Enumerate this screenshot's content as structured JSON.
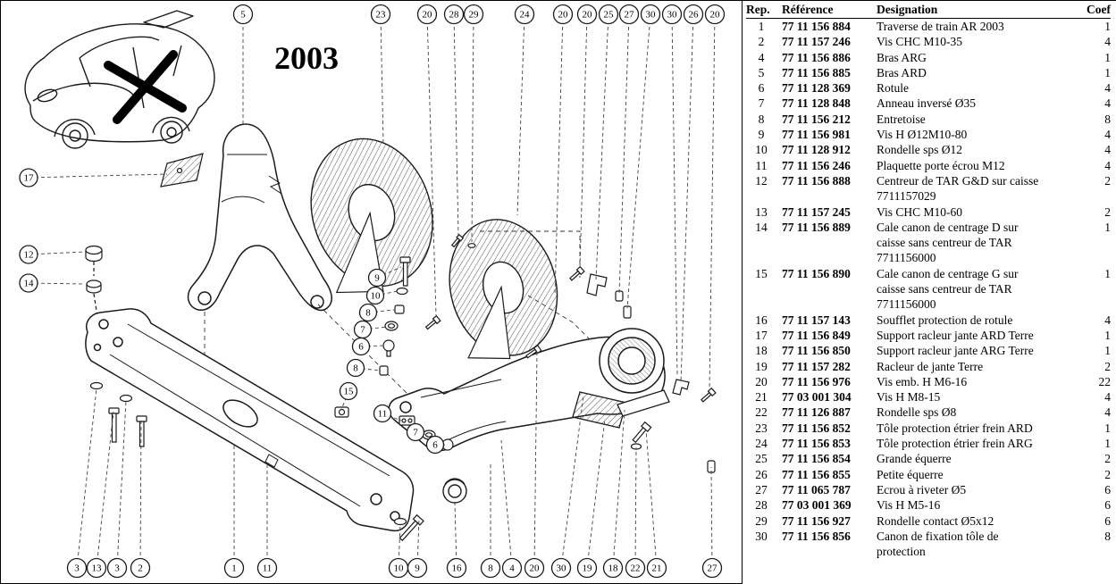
{
  "diagram": {
    "model_year": "2003",
    "callouts": {
      "top": [
        "5",
        "23",
        "20",
        "28",
        "29",
        "24",
        "20",
        "20",
        "25",
        "27",
        "30",
        "30",
        "26",
        "20"
      ],
      "bottom": [
        "3",
        "13",
        "3",
        "2",
        "1",
        "11",
        "10",
        "9",
        "16",
        "8",
        "4",
        "20",
        "30",
        "19",
        "18",
        "22",
        "21",
        "27"
      ],
      "left": [
        "17",
        "12",
        "14"
      ],
      "inner": [
        "9",
        "10",
        "8",
        "7",
        "6",
        "8",
        "15",
        "11",
        "7",
        "6"
      ]
    }
  },
  "table": {
    "headers": {
      "rep": "Rep.",
      "reference": "Référence",
      "designation": "Designation",
      "coef": "Coef"
    },
    "rows": [
      {
        "rep": "1",
        "reference": "77 11 156 884",
        "designation": "Traverse de train AR 2003",
        "coef": "1"
      },
      {
        "rep": "2",
        "reference": "77 11 157 246",
        "designation": "Vis CHC M10-35",
        "coef": "4"
      },
      {
        "rep": "4",
        "reference": "77 11 156 886",
        "designation": "Bras ARG",
        "coef": "1"
      },
      {
        "rep": "5",
        "reference": "77 11 156 885",
        "designation": "Bras ARD",
        "coef": "1"
      },
      {
        "rep": "6",
        "reference": "77 11 128 369",
        "designation": "Rotule",
        "coef": "4"
      },
      {
        "rep": "7",
        "reference": "77 11 128 848",
        "designation": "Anneau inversé Ø35",
        "coef": "4"
      },
      {
        "rep": "8",
        "reference": "77 11 156 212",
        "designation": "Entretoise",
        "coef": "8"
      },
      {
        "rep": "9",
        "reference": "77 11 156 981",
        "designation": "Vis H Ø12M10-80",
        "coef": "4"
      },
      {
        "rep": "10",
        "reference": "77 11 128 912",
        "designation": "Rondelle sps Ø12",
        "coef": "4"
      },
      {
        "rep": "11",
        "reference": "77 11 156 246",
        "designation": "Plaquette porte écrou M12",
        "coef": "4"
      },
      {
        "rep": "12",
        "reference": "77 11 156 888",
        "designation": "Centreur de TAR G&D sur caisse\n7711157029",
        "coef": "2"
      },
      {
        "rep": "13",
        "reference": "77 11 157 245",
        "designation": "Vis CHC M10-60",
        "coef": "2"
      },
      {
        "rep": "14",
        "reference": "77 11 156 889",
        "designation": "Cale canon de centrage D sur\ncaisse sans centreur de TAR\n7711156000",
        "coef": "1"
      },
      {
        "rep": "15",
        "reference": "77 11 156 890",
        "designation": "Cale canon de centrage G sur\ncaisse sans centreur de TAR\n7711156000",
        "coef": "1"
      },
      {
        "rep": "16",
        "reference": "77 11 157 143",
        "designation": "Soufflet protection de rotule",
        "coef": "4"
      },
      {
        "rep": "17",
        "reference": "77 11 156 849",
        "designation": "Support racleur jante ARD Terre",
        "coef": "1"
      },
      {
        "rep": "18",
        "reference": "77 11 156 850",
        "designation": "Support racleur jante ARG Terre",
        "coef": "1"
      },
      {
        "rep": "19",
        "reference": "77 11 157 282",
        "designation": "Racleur de jante Terre",
        "coef": "2"
      },
      {
        "rep": "20",
        "reference": "77 11 156 976",
        "designation": "Vis emb. H M6-16",
        "coef": "22"
      },
      {
        "rep": "21",
        "reference": "77 03 001 304",
        "designation": "Vis H M8-15",
        "coef": "4"
      },
      {
        "rep": "22",
        "reference": "77 11 126 887",
        "designation": "Rondelle sps Ø8",
        "coef": "4"
      },
      {
        "rep": "23",
        "reference": "77 11 156 852",
        "designation": "Tôle protection étrier frein ARD",
        "coef": "1"
      },
      {
        "rep": "24",
        "reference": "77 11 156 853",
        "designation": "Tôle protection étrier frein ARG",
        "coef": "1"
      },
      {
        "rep": "25",
        "reference": "77 11 156 854",
        "designation": "Grande équerre",
        "coef": "2"
      },
      {
        "rep": "26",
        "reference": "77 11 156 855",
        "designation": "Petite équerre",
        "coef": "2"
      },
      {
        "rep": "27",
        "reference": "77 11 065 787",
        "designation": "Ecrou à riveter Ø5",
        "coef": "6"
      },
      {
        "rep": "28",
        "reference": "77 03 001 369",
        "designation": "Vis H M5-16",
        "coef": "6"
      },
      {
        "rep": "29",
        "reference": "77 11 156 927",
        "designation": "Rondelle contact Ø5x12",
        "coef": "6"
      },
      {
        "rep": "30",
        "reference": "77 11 156 856",
        "designation": "Canon de fixation tôle de\nprotection",
        "coef": "8"
      }
    ]
  }
}
